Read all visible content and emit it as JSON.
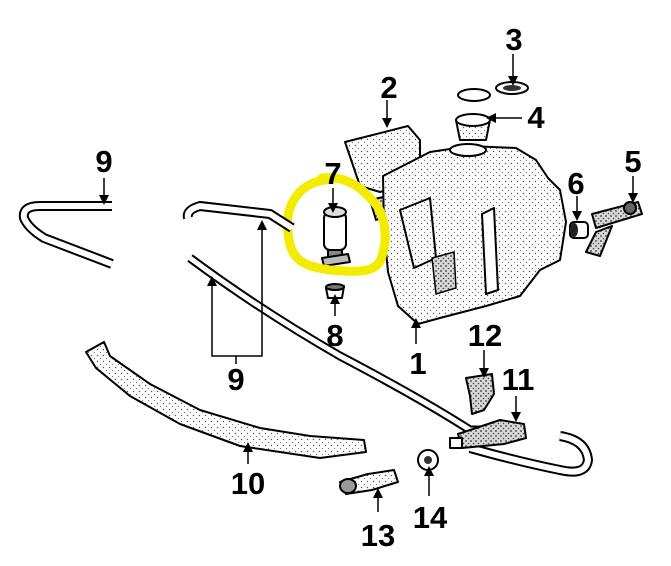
{
  "diagram": {
    "labels": {
      "l1": "1",
      "l2": "2",
      "l3": "3",
      "l4": "4",
      "l5": "5",
      "l6": "6",
      "l7": "7",
      "l8": "8",
      "l9a": "9",
      "l9b": "9",
      "l10": "10",
      "l11": "11",
      "l12": "12",
      "l13": "13",
      "l14": "14"
    },
    "highlight_color": "#f2ec00"
  }
}
